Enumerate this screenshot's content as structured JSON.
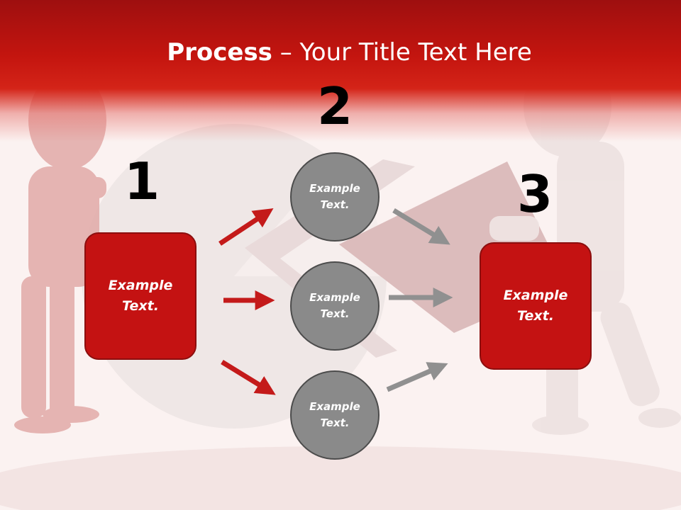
{
  "slide": {
    "title_bold": "Process",
    "title_rest": " – Your Title Text Here"
  },
  "steps": {
    "num_1": "1",
    "num_2": "2",
    "num_3": "3"
  },
  "boxes": {
    "left_text": "Example\nText.",
    "right_text": "Example\nText."
  },
  "circles": [
    {
      "text": "Example\nText."
    },
    {
      "text": "Example\nText."
    },
    {
      "text": "Example\nText."
    }
  ],
  "colors": {
    "header_red": "#c4150f",
    "box_red": "#c41212",
    "circle_gray": "#8a8a8a",
    "arrow_red": "#c41a1a",
    "arrow_gray": "#909090"
  }
}
